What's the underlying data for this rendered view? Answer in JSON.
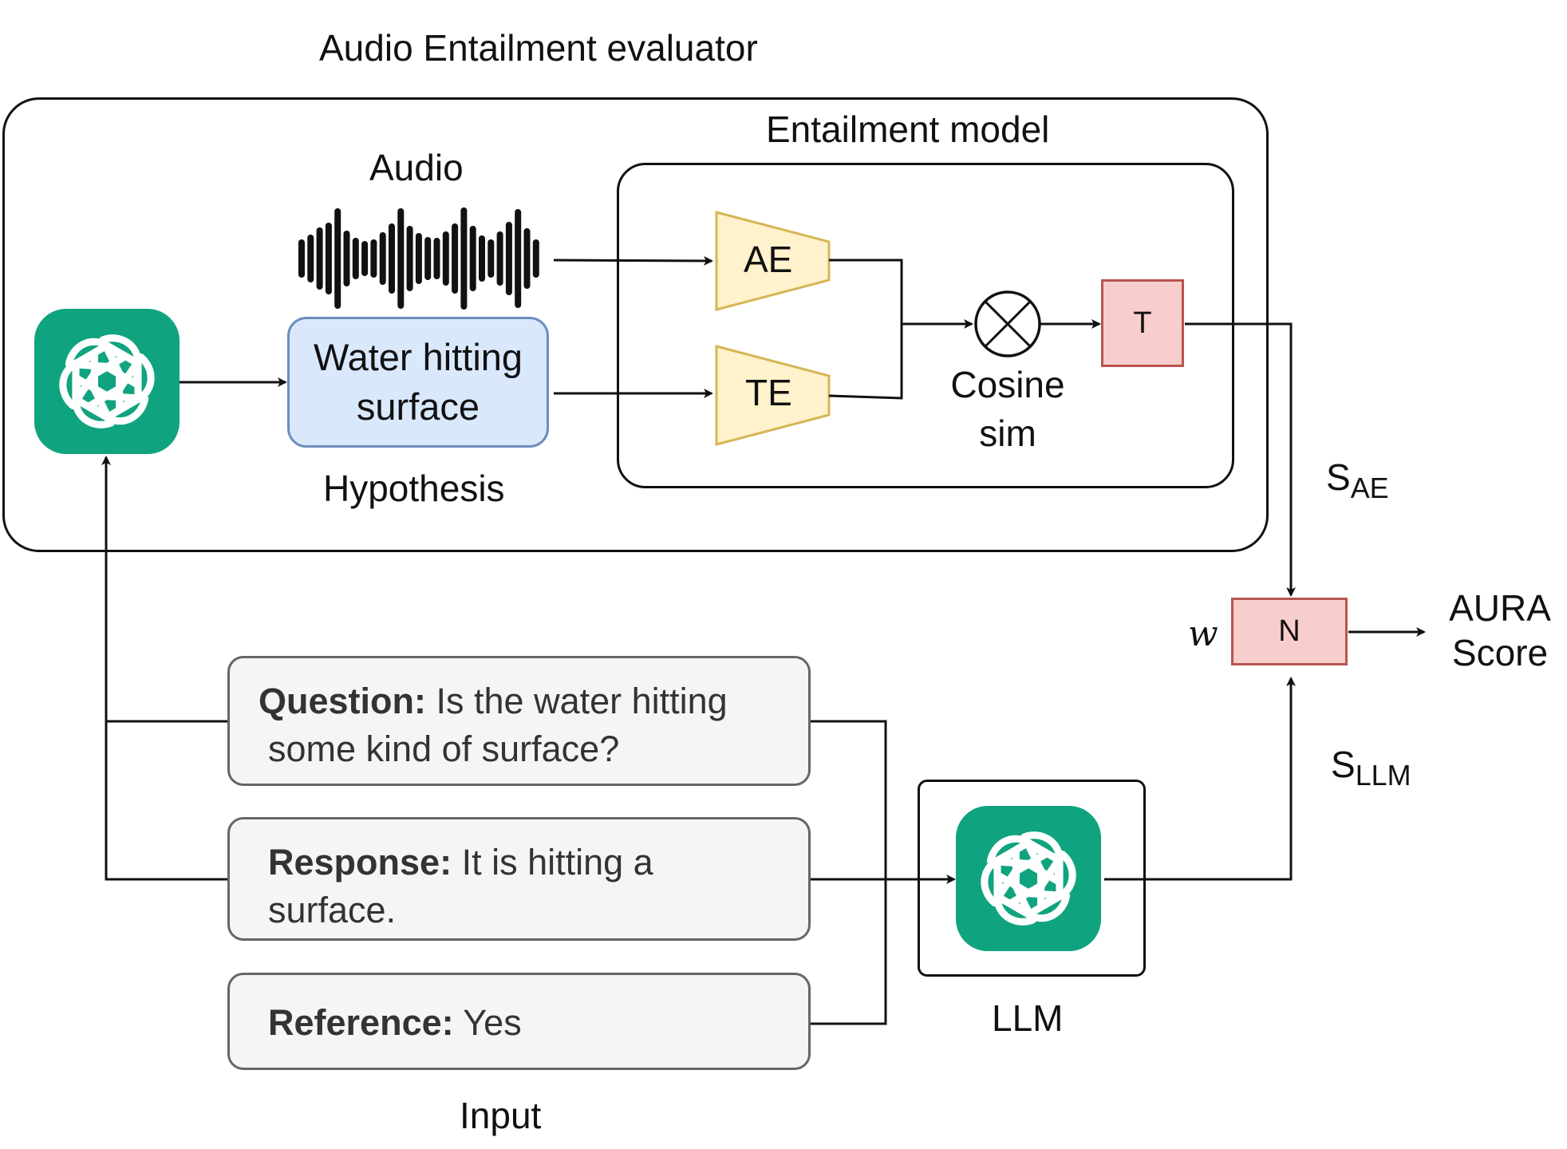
{
  "evaluator": {
    "title": "Audio Entailment evaluator"
  },
  "audio": {
    "label": "Audio"
  },
  "hypothesis": {
    "text_line1": "Water hitting",
    "text_line2": "surface",
    "label": "Hypothesis"
  },
  "entailment_model": {
    "title": "Entailment model",
    "audio_encoder": "AE",
    "text_encoder": "TE",
    "cosine_line1": "Cosine",
    "cosine_line2": "sim",
    "threshold": "T"
  },
  "scores": {
    "s_ae_main": "S",
    "s_ae_sub": "AE",
    "s_llm_main": "S",
    "s_llm_sub": "LLM",
    "weight": "w",
    "normalizer": "N",
    "output_line1": "AURA",
    "output_line2": "Score"
  },
  "inputs": {
    "question_key": "Question:",
    "question_value_line1": " Is the water hitting",
    "question_value_line2": "some kind of surface?",
    "response_key": "Response:",
    "response_value_line1": " It is hitting a",
    "response_value_line2": "surface.",
    "reference_key": "Reference:",
    "reference_value": " Yes",
    "label": "Input"
  },
  "llm": {
    "label": "LLM"
  },
  "colors": {
    "logo_green": "#10a37f",
    "hypothesis_fill": "#dae8fc",
    "encoder_fill": "#fff2cc",
    "encoder_stroke": "#d6b656",
    "red_fill": "#f8cecc",
    "red_stroke": "#b85450",
    "input_fill": "#f5f5f5"
  },
  "icons": [
    "openai-logo-icon",
    "waveform-icon",
    "cosine-multiply-icon"
  ]
}
